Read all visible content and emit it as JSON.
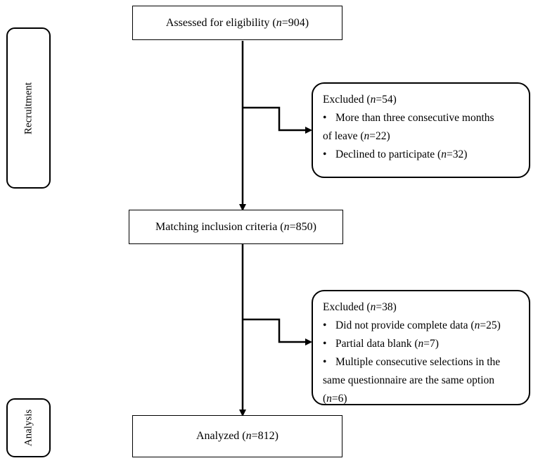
{
  "side_labels": {
    "recruitment": "Recruitment",
    "analysis": "Analysis"
  },
  "boxes": {
    "assessed": {
      "prefix": "Assessed for eligibility (",
      "n": "n",
      "suffix": "=904)"
    },
    "matching": {
      "prefix": "Matching inclusion criteria (",
      "n": "n",
      "suffix": "=850)"
    },
    "analyzed": {
      "prefix": "Analyzed (",
      "n": "n",
      "suffix": "=812)"
    }
  },
  "excluded_1": {
    "title_prefix": "Excluded (",
    "title_n": "n",
    "title_suffix": "=54)",
    "items": [
      {
        "bullet": "•",
        "line1": "More than three consecutive months",
        "line2_prefix": "of leave (",
        "n": "n",
        "suffix": "=22)"
      },
      {
        "bullet": "•",
        "prefix": "Declined to participate (",
        "n": "n",
        "suffix": "=32)"
      }
    ]
  },
  "excluded_2": {
    "title_prefix": "Excluded (",
    "title_n": "n",
    "title_suffix": "=38)",
    "items": [
      {
        "bullet": "•",
        "prefix": "Did not provide complete data (",
        "n": "n",
        "suffix": "=25)"
      },
      {
        "bullet": "•",
        "prefix": "Partial data blank (",
        "n": "n",
        "suffix": "=7)"
      },
      {
        "bullet": "•",
        "line1": "Multiple consecutive selections in the",
        "line2": "same questionnaire are the same option",
        "line3_prefix": "(",
        "n": "n",
        "suffix": "=6)"
      }
    ]
  }
}
